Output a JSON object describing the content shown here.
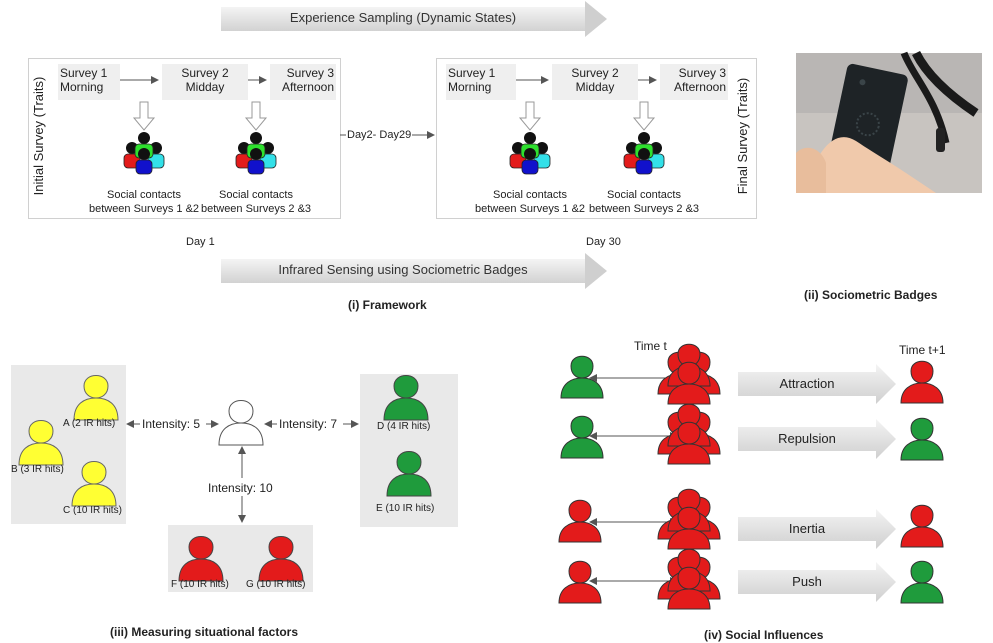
{
  "framework": {
    "top_arrow": "Experience Sampling (Dynamic States)",
    "bottom_arrow": "Infrared Sensing using Sociometric Badges",
    "initial_survey": "Initial Survey (Traits)",
    "final_survey": "Final Survey (Traits)",
    "day1": "Day 1",
    "day30": "Day 30",
    "between_days": "Day2- Day29",
    "surveys": [
      {
        "line1": "Survey 1",
        "line2": "Morning"
      },
      {
        "line1": "Survey 2",
        "line2": "Midday"
      },
      {
        "line1": "Survey 3",
        "line2": "Afternoon"
      }
    ],
    "contacts": [
      {
        "line1": "Social contacts",
        "line2": "between Surveys 1 &2"
      },
      {
        "line1": "Social contacts",
        "line2": "between Surveys 2 &3"
      }
    ],
    "caption": "(i) Framework"
  },
  "badges": {
    "caption": "(ii) Sociometric Badges"
  },
  "situational": {
    "caption": "(iii) Measuring situational factors",
    "yellow": [
      "A (2 IR hits)",
      "B (3 IR hits)",
      "C (10 IR hits)"
    ],
    "green": [
      "D (4 IR hits)",
      "E (10 IR hits)"
    ],
    "red": [
      "F (10 IR hits)",
      "G (10 IR hits)"
    ],
    "intensity_left": "Intensity: 5",
    "intensity_right": "Intensity: 7",
    "intensity_down": "Intensity: 10",
    "colors": {
      "yellow": "#ffff33",
      "green": "#1f9b3c",
      "red": "#e31b1b"
    }
  },
  "influences": {
    "caption": "(iv) Social Influences",
    "time_t": "Time t",
    "time_t1": "Time t+1",
    "rows": [
      "Attraction",
      "Repulsion",
      "Inertia",
      "Push"
    ]
  }
}
